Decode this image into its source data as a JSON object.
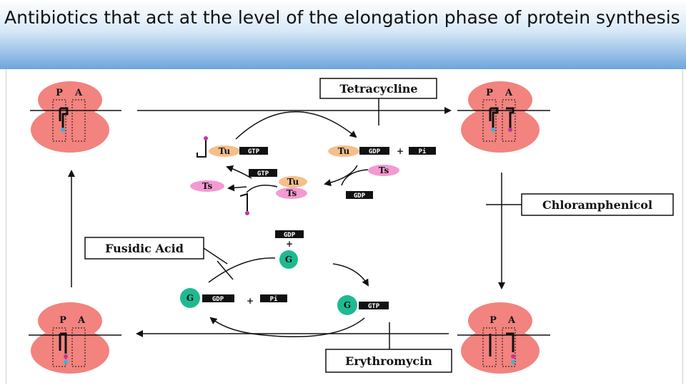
{
  "title": "Antibiotics that act at the level of the elongation phase of protein synthesis",
  "antibiotics": {
    "tetracycline": "Tetracycline",
    "chloramphenicol": "Chloramphenicol",
    "fusidic_acid": "Fusidic Acid",
    "erythromycin": "Erythromycin"
  },
  "ribosome": {
    "p_site": "P",
    "a_site": "A"
  },
  "molecules": {
    "tu": "Tu",
    "ts": "Ts",
    "g": "G",
    "gtp": "GTP",
    "gdp": "GDP",
    "pi": "Pi",
    "plus": "+"
  },
  "colors": {
    "ribosome": "#f2837f",
    "tu": "#f5bf8a",
    "ts": "#f39ad2",
    "g": "#1fb991",
    "title_gradient_end": "#6ea5dc"
  }
}
